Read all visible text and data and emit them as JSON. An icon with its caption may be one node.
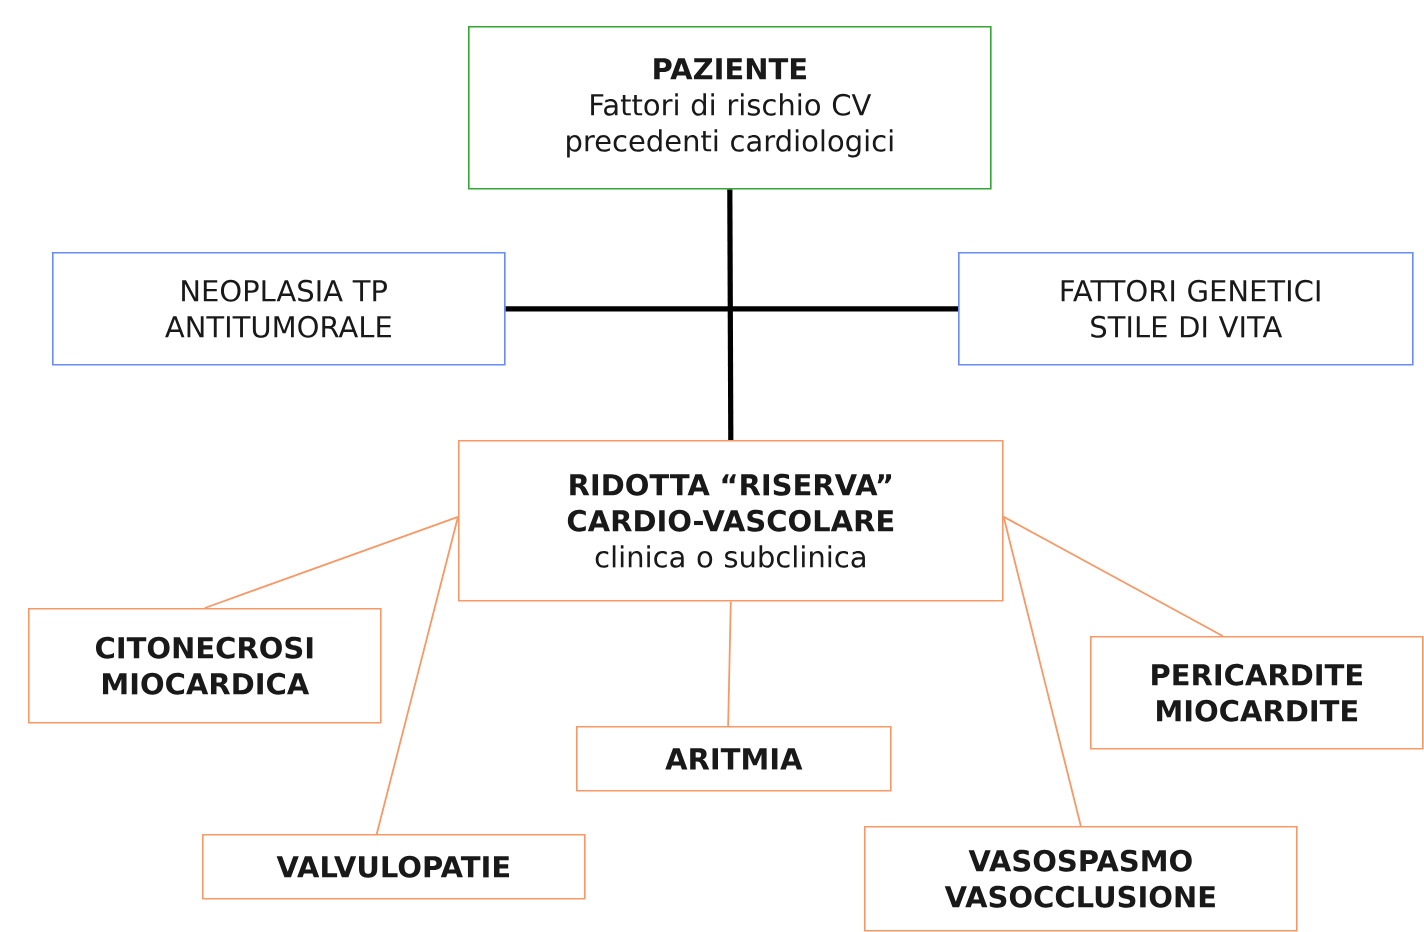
{
  "diagram": {
    "nodes": [
      {
        "text": [
          "PAZIENTE",
          "Fattori di rischio CV precedenti cardiologici"
        ]
      },
      {
        "text": [
          "NEOPLASIA TP ANTITUMORALE"
        ]
      },
      {
        "text": [
          "FATTORI GENETICI STILE DI VITA"
        ]
      },
      {
        "text": [
          "RIDOTTA “RISERVA” CARDIO-VASCOLARE",
          "clinica o subclinica"
        ]
      },
      {
        "text": [
          "CITONECROSI MIOCARDICA"
        ]
      },
      {
        "text": [
          "PERICARDITE MIOCARDITE"
        ]
      },
      {
        "text": [
          "ARITMIA"
        ]
      },
      {
        "text": [
          "VALVULOPATIE"
        ]
      },
      {
        "text": [
          "VASOSPASMO VASOCCLUSIONE"
        ]
      }
    ],
    "edges": [
      {
        "from": 0,
        "to": 3,
        "arrow": "none",
        "style": "thick",
        "color": "#000000"
      },
      {
        "from": 1,
        "to": 2,
        "arrow": "none",
        "style": "thick",
        "color": "#000000"
      },
      {
        "from": 3,
        "to": 4,
        "arrow": "none"
      },
      {
        "from": 3,
        "to": 7,
        "arrow": "none"
      },
      {
        "from": 3,
        "to": 6,
        "arrow": "none"
      },
      {
        "from": 3,
        "to": 8,
        "arrow": "none"
      },
      {
        "from": 3,
        "to": 5,
        "arrow": "none"
      }
    ]
  }
}
